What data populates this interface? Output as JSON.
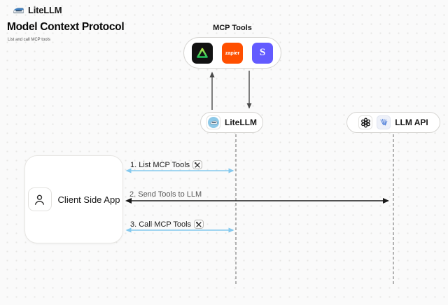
{
  "brand": {
    "name": "LiteLLM"
  },
  "header": {
    "title": "Model Context Protocol",
    "subtitle": "List and call MCP tools"
  },
  "mcp": {
    "label": "MCP Tools",
    "tools": [
      {
        "name": "green-triangle-tool"
      },
      {
        "name": "zapier",
        "text": "zapier"
      },
      {
        "name": "stripe",
        "text": "S"
      }
    ]
  },
  "nodes": {
    "litellm": {
      "label": "LiteLLM"
    },
    "llm_api": {
      "label": "LLM API"
    },
    "client": {
      "label": "Client Side App"
    }
  },
  "messages": [
    {
      "label": "1. List MCP Tools",
      "icon": "crossed-tools"
    },
    {
      "label": "2. Send Tools to LLM",
      "icon": ""
    },
    {
      "label": "3. Call MCP Tools",
      "icon": "crossed-tools"
    }
  ],
  "colors": {
    "canvas": "#fafafa",
    "accent_blue": "#85c9ee",
    "zapier_orange": "#ff4f00",
    "stripe_purple": "#635bff",
    "arrow_dark": "#1a1a1a",
    "connector_gray": "#4a4a4a",
    "lifeline_gray": "#9a9a9a"
  }
}
